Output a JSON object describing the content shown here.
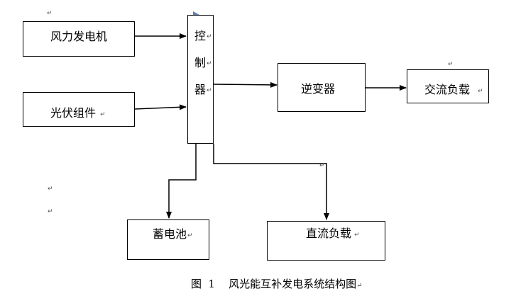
{
  "blocks": {
    "wind": "风力发电机",
    "pv": "光伏组件",
    "controller": [
      "控",
      "制",
      "器"
    ],
    "inverter": "逆变器",
    "ac_load": "交流负载",
    "battery": "蓄电池",
    "dc_load": "直流负载"
  },
  "caption": "图  1    风光能互补发电系统结构图",
  "paragraph_mark": "↵"
}
